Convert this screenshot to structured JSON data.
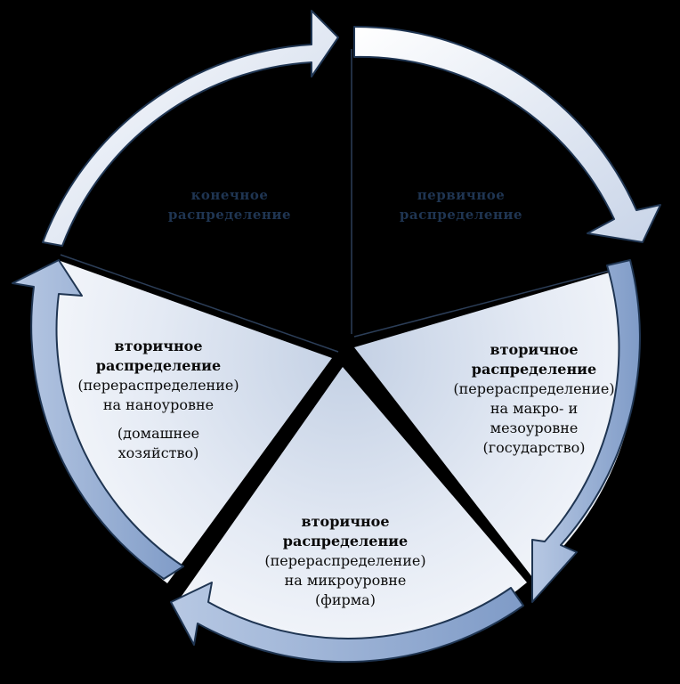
{
  "segments": {
    "final": {
      "line1": "конечное",
      "line2": "распределение"
    },
    "primary": {
      "line1": "первичное",
      "line2": "распределение"
    },
    "secondary_macro": {
      "title1": "вторичное",
      "title2": "распределение",
      "line3": "(перераспределение)",
      "line4": "на макро- и",
      "line5": "мезоуровне",
      "line6": "(государство)"
    },
    "secondary_micro": {
      "title1": "вторичное",
      "title2": "распределение",
      "line3": "(перераспределение)",
      "line4": "на микроуровне",
      "line5": "(фирма)"
    },
    "secondary_nano": {
      "title1": "вторичное",
      "title2": "распределение",
      "line3": "(перераспределение)",
      "line4": "на наноуровне",
      "line5": "(домашнее",
      "line6": "хозяйство)"
    }
  },
  "colors": {
    "background": "#000000",
    "light_fill": "#e9eef6",
    "mid_fill": "#9fb4d4",
    "arrow_light": "#dde5f1",
    "arrow_dark": "#94add3",
    "outline": "#1f3552"
  }
}
